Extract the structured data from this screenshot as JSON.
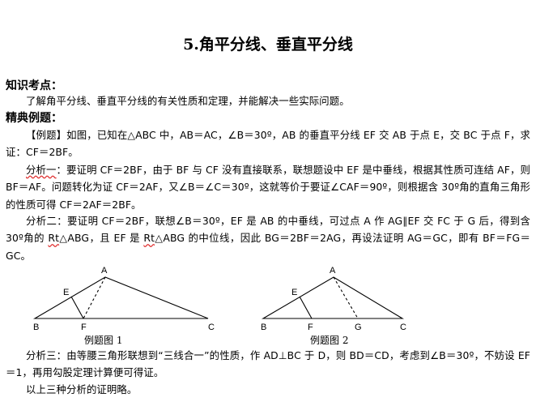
{
  "title": "5.角平分线、垂直平分线",
  "knowledge": {
    "heading": "知识考点：",
    "text": "了解角平分线、垂直平分线的有关性质和定理，并能解决一些实际问题。"
  },
  "example": {
    "heading": "精典例题：",
    "p1": "【例题】如图，已知在△ABC 中，AB＝AC，∠B＝30º，AB 的垂直平分线 EF 交 AB 于点 E，交 BC 于点 F，求证：CF＝2BF。",
    "p2_label": "分析一",
    "p2_rest": "：要证明 CF＝2BF，由于 BF 与 CF 没有直接联系，联想题设中 EF 是中垂线，根据其性质可连结 AF，则 BF＝AF。问题转化为证 CF＝2AF，又∠B＝∠C＝30º，这就等价于要证∠CAF＝90º，则根据含 30º角的直角三角形的性质可得 CF＝2AF＝2BF。",
    "p3_a": "分析二：要证明 CF＝2BF，联想∠B＝30º，EF 是 AB 的中垂线，可过点 A 作 AG∥EF 交 FC 于 G 后，得到含 30º角的 ",
    "p3_rt1": "Rt",
    "p3_b": "△ABG，且 EF 是 ",
    "p3_rt2": "Rt",
    "p3_c": "△ABG 的中位线，因此 BG＝2BF＝2AG，再设法证明 AG＝GC，即有 BF＝FG＝GC。",
    "p4": "分析三：由等腰三角形联想到“三线合一”的性质，作 AD⊥BC 于 D，则 BD＝CD，考虑到∠B＝30º，不妨设 EF＝1，再用勾股定理计算便可得证。",
    "p5": "以上三种分析的证明略。"
  },
  "figures": {
    "fig1": {
      "caption": "例题图 1",
      "labels": {
        "A": "A",
        "E": "E",
        "B": "B",
        "F": "F",
        "C": "C"
      }
    },
    "fig2": {
      "caption": "例题图 2",
      "labels": {
        "A": "A",
        "E": "E",
        "B": "B",
        "F": "F",
        "G": "G",
        "C": "C"
      }
    }
  }
}
